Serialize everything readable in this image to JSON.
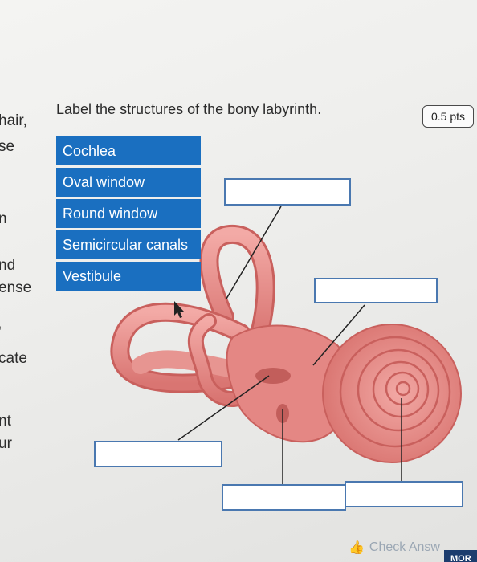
{
  "sidebar_fragments": [
    "hair,",
    "se",
    "n",
    "nd",
    "ense",
    "'",
    "cate",
    "nt",
    "ur"
  ],
  "question": {
    "prompt": "Label the structures of the bony labyrinth.",
    "points": "0.5 pts"
  },
  "label_bank": [
    "Cochlea",
    "Oval window",
    "Round window",
    "Semicircular canals",
    "Vestibule"
  ],
  "footer": {
    "check_answer": "Check Answ",
    "more": "MOR"
  },
  "colors": {
    "label_bg": "#1a6fc0",
    "drop_border": "#4a78b0",
    "tissue": "#e88a88"
  }
}
